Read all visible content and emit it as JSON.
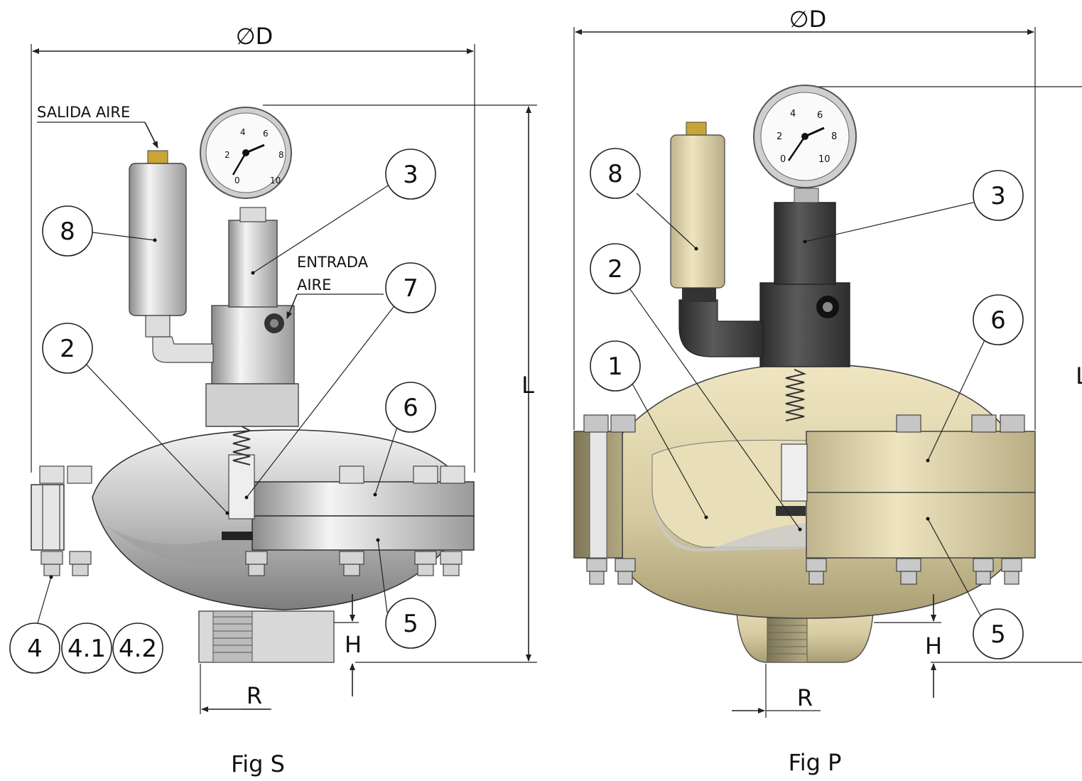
{
  "figures": [
    {
      "caption": "Fig S",
      "dimension_labels": {
        "diameter": "∅D",
        "length": "L",
        "height": "H",
        "radius": "R"
      },
      "notes": {
        "air_outlet": "SALIDA AIRE",
        "air_inlet_line1": "ENTRADA",
        "air_inlet_line2": "AIRE"
      },
      "callouts": [
        "8",
        "3",
        "7",
        "2",
        "6",
        "5",
        "4",
        "4.1",
        "4.2"
      ],
      "body_color": "#b9b9b9",
      "gauge_numbers": [
        "0",
        "2",
        "4",
        "6",
        "8",
        "10"
      ]
    },
    {
      "caption": "Fig P",
      "dimension_labels": {
        "diameter": "∅D",
        "length": "L",
        "height": "H",
        "radius": "R"
      },
      "callouts": [
        "8",
        "2",
        "1",
        "3",
        "6",
        "5"
      ],
      "body_color": "#d9cfa8",
      "tower_color": "#3a3a3a",
      "gauge_numbers": [
        "0",
        "2",
        "4",
        "6",
        "8",
        "10"
      ]
    }
  ]
}
